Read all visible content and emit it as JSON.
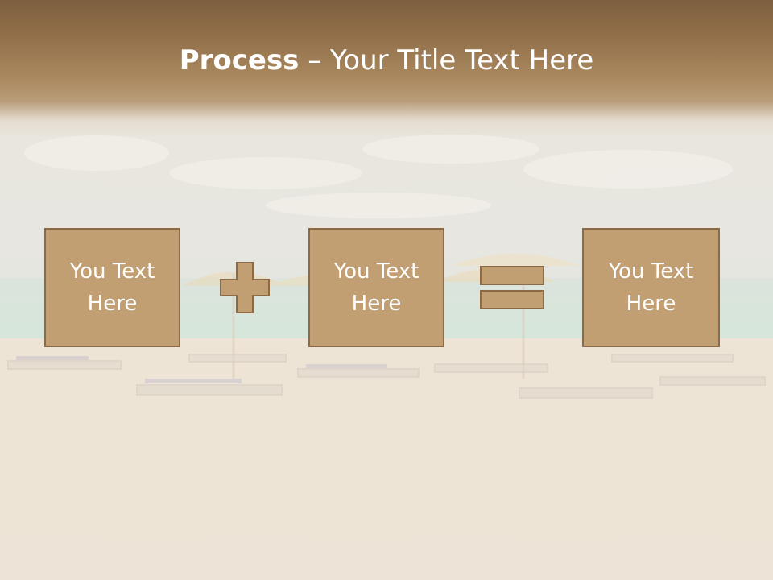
{
  "slide": {
    "title_bold": "Process",
    "title_rest": " – Your Title Text Here",
    "boxes": [
      {
        "text": "You Text Here"
      },
      {
        "text": "You Text Here"
      },
      {
        "text": "You Text Here"
      }
    ],
    "operators": [
      "plus-icon",
      "equals-icon"
    ],
    "colors": {
      "box_fill": "#c29f72",
      "box_border": "#8b6a45",
      "header": "#8f6d48",
      "text": "#ffffff"
    }
  }
}
